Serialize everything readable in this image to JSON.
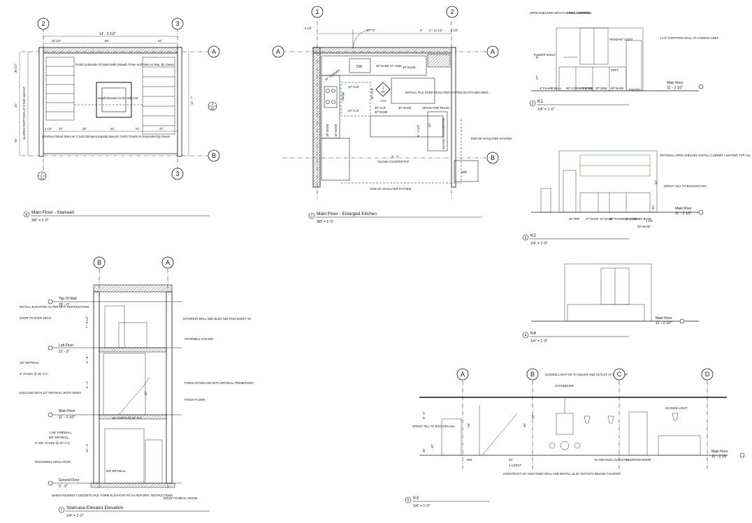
{
  "grid_bubbles": {
    "stair_2": "2",
    "stair_3a": "3",
    "stair_3b": "3",
    "stair_A": "A",
    "stair_B": "B",
    "kit_1": "1",
    "kit_2": "2",
    "kit_Aa": "A",
    "kit_Ab": "A",
    "kit_B": "B",
    "elev_B": "B",
    "elev_A": "A",
    "k3_A": "A",
    "k3_B": "B",
    "k3_C": "C",
    "k3_D": "D"
  },
  "section_tags": {
    "stair_top_n": "3",
    "stair_top_s": "S2",
    "stair_bot_n": "2",
    "stair_bot_s": "S1",
    "kit_tag_n": "1",
    "kit_tag_s": "K4",
    "kit_k4_label": "4 K4",
    "kit_wd_label": "W/D"
  },
  "views": {
    "stairwell": {
      "num": "6",
      "title": "Main Floor - Stairwell",
      "scale": "3/8\" = 1'-0\""
    },
    "kitchen": {
      "num": "1",
      "title": "Main Floor - Enlarged Kitchen",
      "scale": "3/8\" = 1'-0\""
    },
    "k1": {
      "num": "2",
      "title": "K1",
      "scale": "1/4\" = 1'-0\""
    },
    "k2": {
      "num": "3",
      "title": "K2",
      "scale": "1/4\" = 1'-0\""
    },
    "k4": {
      "num": "4",
      "title": "K4",
      "scale": "1/4\" = 1'-0\""
    },
    "elevation": {
      "num": "7",
      "title": "Staircase Elevator Elevation",
      "scale": "1/4\" = 1'-0\""
    },
    "k3": {
      "num": "5",
      "title": "K3",
      "scale": "1/4\" = 1'-0\""
    }
  },
  "stairwell_notes": {
    "dim_overall": "14' - 5 1/2\"",
    "dim_a": "38 1/2\"",
    "dim_b": "86\"",
    "dim_c": "41\"",
    "dim_d": "36 1/2\"",
    "dim_e": "44\"",
    "dim_f": "46\"",
    "dim_g": "4 1/2\"",
    "dim_h": "37\"",
    "dim_i": "32\"",
    "dim_j": "41\"",
    "dim_k": "21\"",
    "dim_l": "37\"",
    "dim_right": "11' - 7\"",
    "sloped": "SLOPED PARTITION AT STAIR HEIGHT",
    "finish_underside": "Finish Underside Of Stairs With Drywall, Prime And Paint As Req. By Owner",
    "elevator": "Install Elevator As Per Mfr. Inst.",
    "wood_stairs": "Construct Wood Stairs w/ 3 2x12 Stringers Equally Spaced. Finish Treads As Requested By Owner"
  },
  "kitchen_notes": {
    "dim_top1": "5 1/2\"",
    "dim_top2": "10' - 4\"",
    "dim_top3": "4\"",
    "dim_top4": "2' - 11 1/2\"",
    "dim_top5": "4 1/2\"",
    "dw": "DW",
    "sink": "30\" BASE 27\" SINK",
    "base30": "30\" BASE",
    "corner": "39\" CORNER",
    "clr42": "42\" CLR",
    "clr30": "30\" CLR",
    "range": "Range",
    "base30b": "30\" BASE",
    "base30c": "30\" BASE",
    "tile": "INSTALL TILE OVER SCHLUTER SYSTEM IN KITCHEN AREA",
    "space_trash": "SPACE FOR TRASH",
    "island_cnt": "ISLAND COUNTERTOP",
    "island_dim": "2' - 7\"",
    "island_cnt_v": "ISLAND COUNTERTOP",
    "end_schluter": "END OF SCHLUTER SYSTEM",
    "end_schluter2": "END OF SCHLUTER SYSTEM",
    "base_v": "18\" BASE",
    "base_v2": "15\" BASE",
    "dim_v1": "6' - 4 1/2\"",
    "dim_v2": "34\""
  },
  "k1_notes": {
    "open_shelving": "OPEN SHELVING WITH CABINET LIGHTING",
    "pella": "PELLA WINDOW",
    "partition": "4 1/2\" PARTITION WALL AT LANDING AREA",
    "pendant": "PENDANT LIGHT",
    "deep_shelf": "5\" DEEP SHELF",
    "soffit": "SOFF",
    "plumb": "4\" PLUMB WALL",
    "c1": "36\" CORNER BASE",
    "c2": "23\" DW",
    "c3": "30\" SINK",
    "c4": "30\" BASE",
    "c5": "PANTRY",
    "level": "Main Floor",
    "level_val": "11' - 2 1/2\"",
    "dim_36": "36\"",
    "dim_37": "37\""
  },
  "k2_notes": {
    "optional": "OPTIONAL OPEN SHELVES INSTALL CABINET LIGHTING TYP. ALL",
    "grout": "GROUT SILL TO BACKSPLASH",
    "level": "Main Floor",
    "level_val": "11' - 2 1/2\"",
    "c1": "36\" REF",
    "c2": "27\" BASE",
    "c3": "12\" BASE",
    "c4": "30\" RANGE & HOOD",
    "c5": "36\" CORNER BASE",
    "c6": "30\" BASE",
    "dim_a": "54\"",
    "dim_b": "36\"",
    "dim_c": "1 1/2\""
  },
  "k4_notes": {
    "level": "Main Floor",
    "level_val": "11' - 2 1/2\""
  },
  "elev_notes": {
    "top_wall": "Top Of Wall",
    "top_wall_val": "29' - 0\"",
    "loft": "Loft Floor",
    "loft_val": "21' - 5\"",
    "main": "Main Floor",
    "main_val": "11' - 2 1/2\"",
    "ground": "Ground Floor",
    "ground_val": "0' - 0\"",
    "install_elev": "INSTALL ELEVATOR AS PER MFR. INSTRUCTIONS",
    "door_roof": "DOOR TO ROOF DECK",
    "drywall": "1/2\" DRYWALL",
    "studs": "4\" STUDS @ 16\" O.C.",
    "enclose": "ENCLOSE WITH 1/2\" DRYWALL BOTH SIDES",
    "firewall": "1 HR. FIREWALL",
    "drywall58": "5/8\" DRYWALL",
    "wdstuds": "4\" WD. STUDS @ 16\" O.C.",
    "rockwool": "ROCKWOOL INSULATION",
    "drywall58b": "5/8\" DRYWALL",
    "concrete": "WHEN POURING CONCRETE PAD, FORM ELEVATOR PIT AS PER MFR. INSTRUCTIONS",
    "door_mech": "DOOR TO MECH. ROOM",
    "ext_wall": "EXTERIOR WALL SEE BLDG SECTION SHEET A5",
    "railing": "STAIRWELL RAILING",
    "finish_stair": "FINISH STAIRCASE WITH DRYWALL PRIME/PAINT",
    "finish_floor": "FINISH FLOOR",
    "joists": "14\" JOISTS @ 16\" O.C.",
    "d1": "7' - 8 1/2\"",
    "d2": "9' - 8\"",
    "d3": "9' - 4\"",
    "d4": "10' - 4\"",
    "d5": "90\""
  },
  "k3_notes": {
    "sconce_tv": "SCONCE LIGHT OR TV MOUNT AND OUTLET AT TV HEIGHT",
    "chandelier": "CHANDELIER",
    "sconce": "SCONCE LIGHT",
    "grout": "GROUT SILL TO BACKSPLASH",
    "dw": "DW",
    "tv": "TV AND ELEC OUTLETS",
    "bedroom": "BEDROOM DOOR",
    "construct": "CONSTRUCT 34\" HIGH KNEE WALL AND INSTALL ELEC OUTLETS BELOW COUNTER",
    "level": "Main Floor",
    "level_val": "11' - 2 1/2\"",
    "d1": "8' - 0\"",
    "d2": "36\"",
    "d3": "42\"",
    "d4": "24\"",
    "d5": "4 1/2\"",
    "d6": "48\"",
    "d7": "19\"",
    "ext": "EXT."
  }
}
